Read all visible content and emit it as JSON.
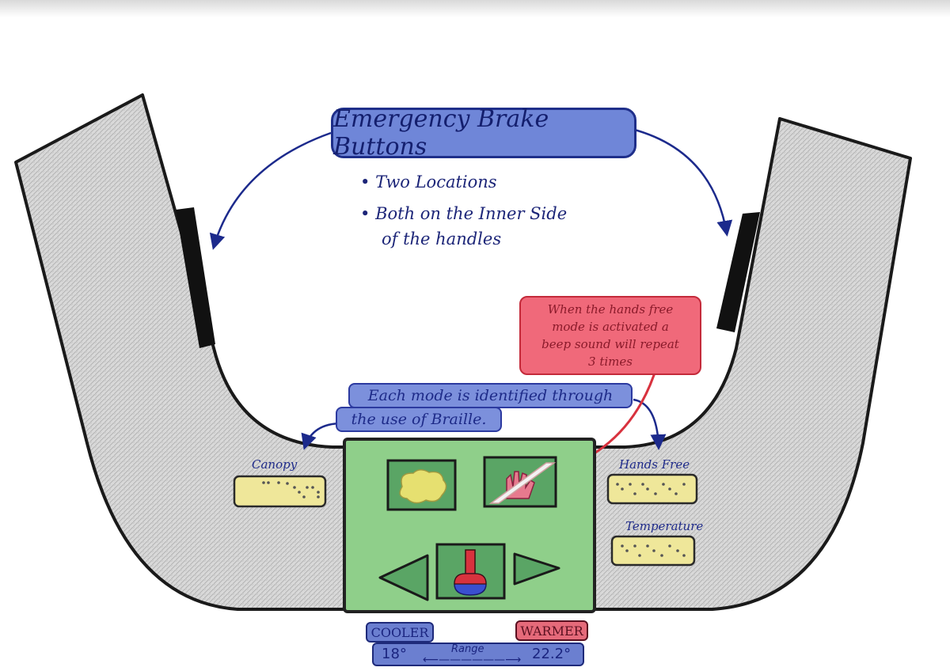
{
  "title": "Emergency Brake Buttons",
  "notes": {
    "bullet1": "Two Locations",
    "bullet2_line1": "Both on the Inner Side",
    "bullet2_line2": "of the handles"
  },
  "mode_note": {
    "line1": "Each mode is identified through",
    "line2": "the use of Braille."
  },
  "hands_free_note": {
    "line1": "When the hands free",
    "line2": "mode is activated a",
    "line3": "beep sound will repeat",
    "line4": "3 times"
  },
  "labels": {
    "canopy": "Canopy",
    "hands_free": "Hands Free",
    "temperature": "Temperature"
  },
  "temperature_controls": {
    "cooler": "COOLER",
    "warmer": "WARMER",
    "min": "18°",
    "range": "Range",
    "max": "22.2°"
  },
  "colors": {
    "ink_blue": "#1c2a8c",
    "box_blue": "#6f86d8",
    "panel_green": "#8fcf8a",
    "braille_yellow": "#efe79a",
    "warmer_red": "#e56a7a",
    "handle_gray": "#d8d8d8"
  },
  "icons": {
    "canopy": "cloud-icon",
    "hands_free": "hand-crossed-icon",
    "temperature": "thermometer-icon",
    "left": "arrow-left-icon",
    "right": "arrow-right-icon"
  }
}
